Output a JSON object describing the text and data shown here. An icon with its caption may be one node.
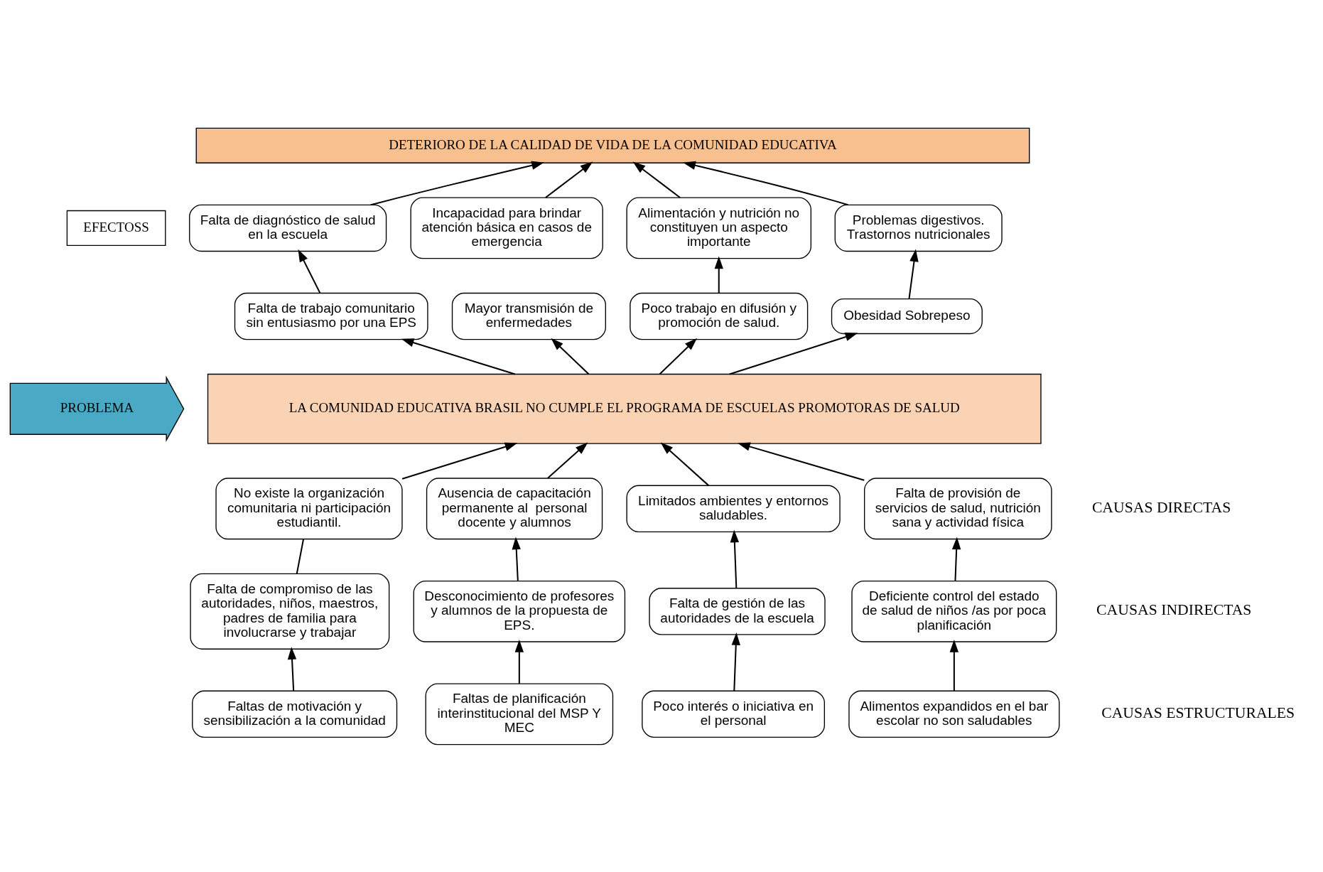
{
  "diagram": {
    "nodes": [
      {
        "text": [
          "DETERIORO DE LA CALIDAD DE VIDA DE LA COMUNIDAD EDUCATIVA"
        ]
      },
      {
        "text": [
          "EFECTOSS"
        ]
      },
      {
        "text": [
          "Falta de diagnóstico de salud en la escuela"
        ]
      },
      {
        "text": [
          "Incapacidad para brindar atención básica en casos de emergencia"
        ]
      },
      {
        "text": [
          "Alimentación y nutrición no constituyen un aspecto importante"
        ]
      },
      {
        "text": [
          "Problemas digestivos. Trastornos nutricionales"
        ]
      },
      {
        "text": [
          "Falta de trabajo comunitario sin entusiasmo por una EPS"
        ]
      },
      {
        "text": [
          "Mayor transmisión de enfermedades"
        ]
      },
      {
        "text": [
          "Poco trabajo en difusión y promoción de salud."
        ]
      },
      {
        "text": [
          "Obesidad Sobrepeso"
        ]
      },
      {
        "text": [
          "PROBLEMA"
        ]
      },
      {
        "text": [
          "LA COMUNIDAD EDUCATIVA BRASIL NO CUMPLE EL PROGRAMA DE ESCUELAS PROMOTORAS DE SALUD"
        ]
      },
      {
        "text": [
          "No existe la organización comunitaria ni participación estudiantil."
        ]
      },
      {
        "text": [
          "Ausencia de capacitación permanente al  personal docente y alumnos"
        ]
      },
      {
        "text": [
          "Limitados ambientes y entornos saludables."
        ]
      },
      {
        "text": [
          "Falta de provisión de servicios de salud, nutrición sana y actividad física"
        ]
      },
      {
        "text": [
          "Falta de compromiso de las autoridades, niños, maestros, padres de familia para involucrarse y trabajar"
        ]
      },
      {
        "text": [
          "Desconocimiento de profesores y alumnos de la propuesta de EPS."
        ]
      },
      {
        "text": [
          "Falta de gestión de las autoridades de la escuela"
        ]
      },
      {
        "text": [
          "Deficiente control del estado de salud de niños /as por poca planificación"
        ]
      },
      {
        "text": [
          "Faltas de motivación y sensibilización a la comunidad"
        ]
      },
      {
        "text": [
          "Faltas de planificación interinstitucional del MSP Y MEC"
        ]
      },
      {
        "text": [
          "Poco interés o iniciativa en el personal"
        ]
      },
      {
        "text": [
          "Alimentos expandidos en el bar escolar no son saludables"
        ]
      }
    ],
    "edges": [
      {
        "from": 2,
        "to": 0,
        "arrow": "to"
      },
      {
        "from": 3,
        "to": 0,
        "arrow": "to"
      },
      {
        "from": 4,
        "to": 0,
        "arrow": "to"
      },
      {
        "from": 5,
        "to": 0,
        "arrow": "to"
      },
      {
        "from": 6,
        "to": 2,
        "arrow": "to"
      },
      {
        "from": 8,
        "to": 4,
        "arrow": "to"
      },
      {
        "from": 9,
        "to": 5,
        "arrow": "to"
      },
      {
        "from": 11,
        "to": 6,
        "arrow": "to"
      },
      {
        "from": 11,
        "to": 7,
        "arrow": "to"
      },
      {
        "from": 11,
        "to": 8,
        "arrow": "to"
      },
      {
        "from": 11,
        "to": 9,
        "arrow": "to"
      },
      {
        "from": 12,
        "to": 11,
        "arrow": "to"
      },
      {
        "from": 13,
        "to": 11,
        "arrow": "to"
      },
      {
        "from": 14,
        "to": 11,
        "arrow": "to"
      },
      {
        "from": 15,
        "to": 11,
        "arrow": "to"
      },
      {
        "from": 16,
        "to": 12,
        "arrow": "none"
      },
      {
        "from": 17,
        "to": 13,
        "arrow": "to"
      },
      {
        "from": 18,
        "to": 14,
        "arrow": "to"
      },
      {
        "from": 19,
        "to": 15,
        "arrow": "to"
      },
      {
        "from": 20,
        "to": 16,
        "arrow": "to"
      },
      {
        "from": 21,
        "to": 17,
        "arrow": "to"
      },
      {
        "from": 22,
        "to": 18,
        "arrow": "to"
      },
      {
        "from": 23,
        "to": 19,
        "arrow": "to"
      }
    ],
    "labels": [
      "CAUSAS DIRECTAS",
      "CAUSAS INDIRECTAS",
      "CAUSAS ESTRUCTURALES"
    ]
  }
}
